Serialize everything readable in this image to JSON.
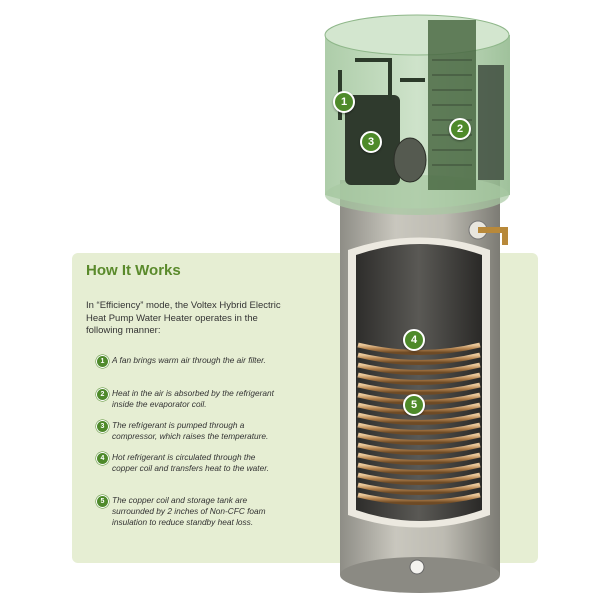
{
  "title": "How It Works",
  "intro": "In “Efficiency” mode, the Voltex Hybrid Electric Heat Pump Water Heater operates in the following manner:",
  "steps": [
    {
      "num": "1",
      "text": "A fan brings warm air through the air filter."
    },
    {
      "num": "2",
      "text": "Heat in the air is absorbed by the refrigerant inside the evaporator coil."
    },
    {
      "num": "3",
      "text": "The refrigerant is pumped through a compressor, which raises the temperature."
    },
    {
      "num": "4",
      "text": "Hot refrigerant is circulated through the copper coil and transfers heat to the water."
    },
    {
      "num": "5",
      "text": "The copper coil and storage tank are surrounded by 2 inches of Non-CFC foam insulation to reduce standby heat loss."
    }
  ],
  "callouts": [
    "1",
    "2",
    "3",
    "4",
    "5"
  ],
  "colors": {
    "panel": "#e6eed3",
    "accent": "#4e8a2a",
    "heading": "#5a8a2b"
  }
}
